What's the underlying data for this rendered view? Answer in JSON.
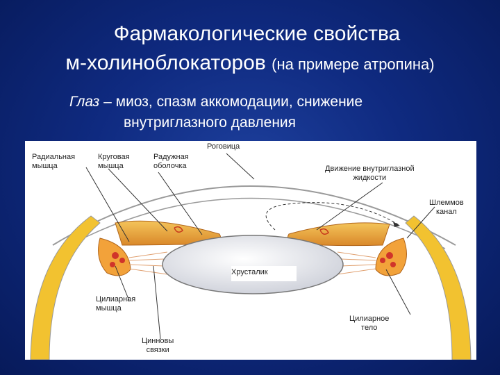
{
  "slide": {
    "title_line1": "Фармакологические свойства",
    "title_line2_main": "м-холиноблокаторов",
    "title_line2_paren": "(на примере атропина)",
    "subtitle_italic": "Глаз",
    "subtitle_rest": " – миоз, спазм аккомодации, снижение",
    "subtitle_line2": "внутриглазного давления"
  },
  "figure": {
    "labels": {
      "radial_muscle": "Радиальная\nмышца",
      "circular_muscle": "Круговая\nмышца",
      "iris": "Радужная\nоболочка",
      "cornea": "Роговица",
      "fluid_flow": "Движение внутриглазной\nжидкости",
      "schlemm": "Шлеммов\nканал",
      "lens": "Хрусталик",
      "ciliary_muscle": "Цилиарная\nмышца",
      "ciliary_body": "Цилиарное\nтело",
      "zinn": "Цинновы\nсвязки"
    },
    "colors": {
      "sclera": "#f2c230",
      "iris": "#e39a2a",
      "ciliary": "#d0342a",
      "lens": "#e3e6ee"
    }
  }
}
